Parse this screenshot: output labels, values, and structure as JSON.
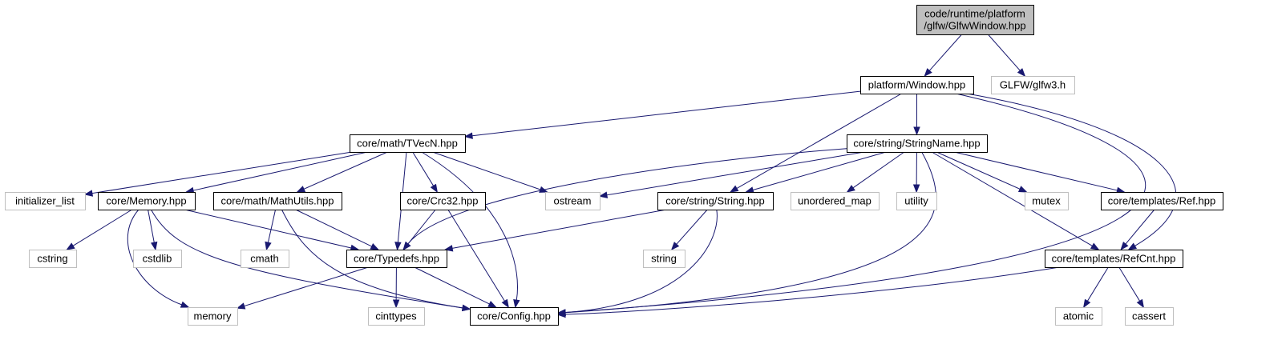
{
  "diagram": {
    "colors": {
      "edge": "#191970",
      "root_fill": "#bfbfbf",
      "root_stroke": "#000000",
      "internal_stroke": "#000000",
      "external_stroke": "#bfbfbf"
    },
    "nodes": [
      {
        "id": "root",
        "lines": [
          "code/runtime/platform",
          "/glfw/GlfwWindow.hpp"
        ],
        "kind": "root"
      },
      {
        "id": "window",
        "lines": [
          "platform/Window.hpp"
        ],
        "kind": "internal"
      },
      {
        "id": "glfw3",
        "lines": [
          "GLFW/glfw3.h"
        ],
        "kind": "external"
      },
      {
        "id": "tvecn",
        "lines": [
          "core/math/TVecN.hpp"
        ],
        "kind": "internal"
      },
      {
        "id": "stringname",
        "lines": [
          "core/string/StringName.hpp"
        ],
        "kind": "internal"
      },
      {
        "id": "initlist",
        "lines": [
          "initializer_list"
        ],
        "kind": "external"
      },
      {
        "id": "memoryhpp",
        "lines": [
          "core/Memory.hpp"
        ],
        "kind": "internal"
      },
      {
        "id": "mathutils",
        "lines": [
          "core/math/MathUtils.hpp"
        ],
        "kind": "internal"
      },
      {
        "id": "crc32",
        "lines": [
          "core/Crc32.hpp"
        ],
        "kind": "internal"
      },
      {
        "id": "ostream",
        "lines": [
          "ostream"
        ],
        "kind": "external"
      },
      {
        "id": "stringhpp",
        "lines": [
          "core/string/String.hpp"
        ],
        "kind": "internal"
      },
      {
        "id": "unordered_map",
        "lines": [
          "unordered_map"
        ],
        "kind": "external"
      },
      {
        "id": "utility",
        "lines": [
          "utility"
        ],
        "kind": "external"
      },
      {
        "id": "mutex",
        "lines": [
          "mutex"
        ],
        "kind": "external"
      },
      {
        "id": "ref",
        "lines": [
          "core/templates/Ref.hpp"
        ],
        "kind": "internal"
      },
      {
        "id": "cstring",
        "lines": [
          "cstring"
        ],
        "kind": "external"
      },
      {
        "id": "cstdlib",
        "lines": [
          "cstdlib"
        ],
        "kind": "external"
      },
      {
        "id": "cmath",
        "lines": [
          "cmath"
        ],
        "kind": "external"
      },
      {
        "id": "typedefs",
        "lines": [
          "core/Typedefs.hpp"
        ],
        "kind": "internal"
      },
      {
        "id": "string",
        "lines": [
          "string"
        ],
        "kind": "external"
      },
      {
        "id": "refcnt",
        "lines": [
          "core/templates/RefCnt.hpp"
        ],
        "kind": "internal"
      },
      {
        "id": "memory",
        "lines": [
          "memory"
        ],
        "kind": "external"
      },
      {
        "id": "cinttypes",
        "lines": [
          "cinttypes"
        ],
        "kind": "external"
      },
      {
        "id": "config",
        "lines": [
          "core/Config.hpp"
        ],
        "kind": "internal"
      },
      {
        "id": "atomic",
        "lines": [
          "atomic"
        ],
        "kind": "external"
      },
      {
        "id": "cassert",
        "lines": [
          "cassert"
        ],
        "kind": "external"
      }
    ],
    "edges": [
      {
        "from": "root",
        "to": "window"
      },
      {
        "from": "root",
        "to": "glfw3"
      },
      {
        "from": "window",
        "to": "tvecn"
      },
      {
        "from": "window",
        "to": "stringname"
      },
      {
        "from": "window",
        "to": "stringhpp"
      },
      {
        "from": "window",
        "to": "refcnt"
      },
      {
        "from": "window",
        "to": "config"
      },
      {
        "from": "tvecn",
        "to": "initlist"
      },
      {
        "from": "tvecn",
        "to": "memoryhpp"
      },
      {
        "from": "tvecn",
        "to": "mathutils"
      },
      {
        "from": "tvecn",
        "to": "crc32"
      },
      {
        "from": "tvecn",
        "to": "ostream"
      },
      {
        "from": "tvecn",
        "to": "typedefs"
      },
      {
        "from": "tvecn",
        "to": "config"
      },
      {
        "from": "stringname",
        "to": "ostream"
      },
      {
        "from": "stringname",
        "to": "stringhpp"
      },
      {
        "from": "stringname",
        "to": "unordered_map"
      },
      {
        "from": "stringname",
        "to": "utility"
      },
      {
        "from": "stringname",
        "to": "mutex"
      },
      {
        "from": "stringname",
        "to": "ref"
      },
      {
        "from": "stringname",
        "to": "typedefs"
      },
      {
        "from": "stringname",
        "to": "refcnt"
      },
      {
        "from": "stringname",
        "to": "config"
      },
      {
        "from": "memoryhpp",
        "to": "cstring"
      },
      {
        "from": "memoryhpp",
        "to": "cstdlib"
      },
      {
        "from": "memoryhpp",
        "to": "memory"
      },
      {
        "from": "memoryhpp",
        "to": "typedefs"
      },
      {
        "from": "memoryhpp",
        "to": "config"
      },
      {
        "from": "mathutils",
        "to": "cmath"
      },
      {
        "from": "mathutils",
        "to": "typedefs"
      },
      {
        "from": "mathutils",
        "to": "config"
      },
      {
        "from": "crc32",
        "to": "typedefs"
      },
      {
        "from": "crc32",
        "to": "config"
      },
      {
        "from": "stringhpp",
        "to": "string"
      },
      {
        "from": "stringhpp",
        "to": "typedefs"
      },
      {
        "from": "stringhpp",
        "to": "config"
      },
      {
        "from": "ref",
        "to": "refcnt"
      },
      {
        "from": "refcnt",
        "to": "atomic"
      },
      {
        "from": "refcnt",
        "to": "cassert"
      },
      {
        "from": "refcnt",
        "to": "config"
      },
      {
        "from": "typedefs",
        "to": "memory"
      },
      {
        "from": "typedefs",
        "to": "cinttypes"
      },
      {
        "from": "typedefs",
        "to": "config"
      }
    ]
  }
}
